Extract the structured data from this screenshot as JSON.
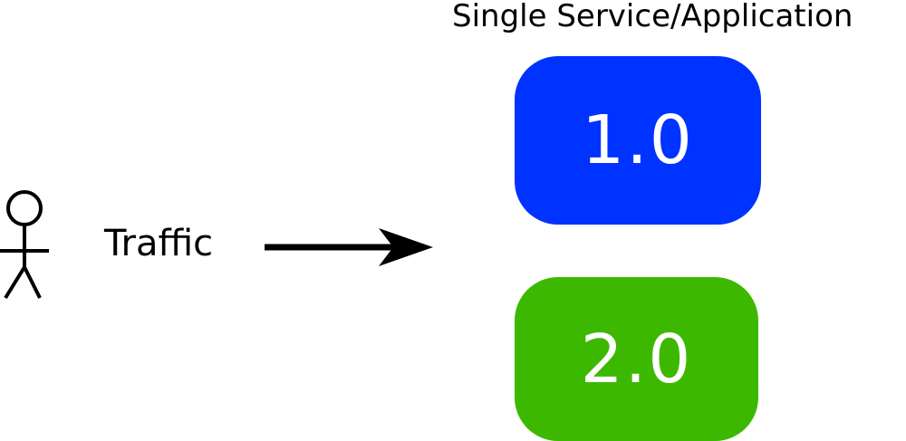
{
  "title": "Single Service/Application",
  "traffic": {
    "label": "Traffic",
    "actor_icon": "stick-figure-user-icon",
    "arrow_icon": "arrow-right-icon"
  },
  "versions": [
    {
      "label": "1.0",
      "color": "#0033FF"
    },
    {
      "label": "2.0",
      "color": "#3DB800"
    }
  ]
}
